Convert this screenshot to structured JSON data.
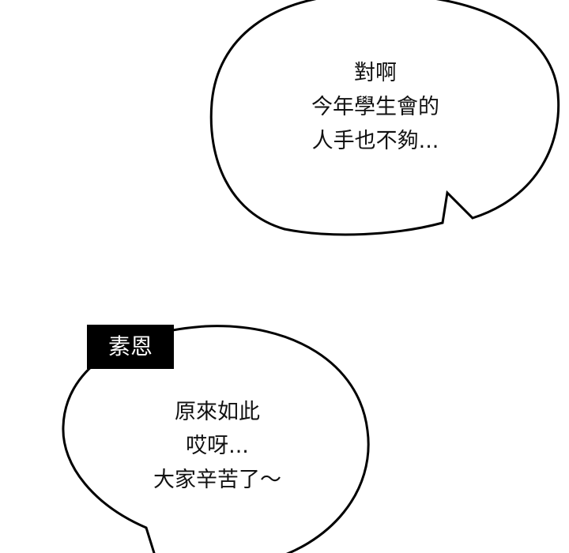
{
  "bubble_top": {
    "lines": [
      "對啊",
      "今年學生會的",
      "人手也不夠..."
    ]
  },
  "bubble_bottom": {
    "speaker": "素恩",
    "lines": [
      "原來如此",
      "哎呀...",
      "大家辛苦了～"
    ]
  },
  "colors": {
    "ink": "#000000",
    "paper": "#ffffff"
  }
}
